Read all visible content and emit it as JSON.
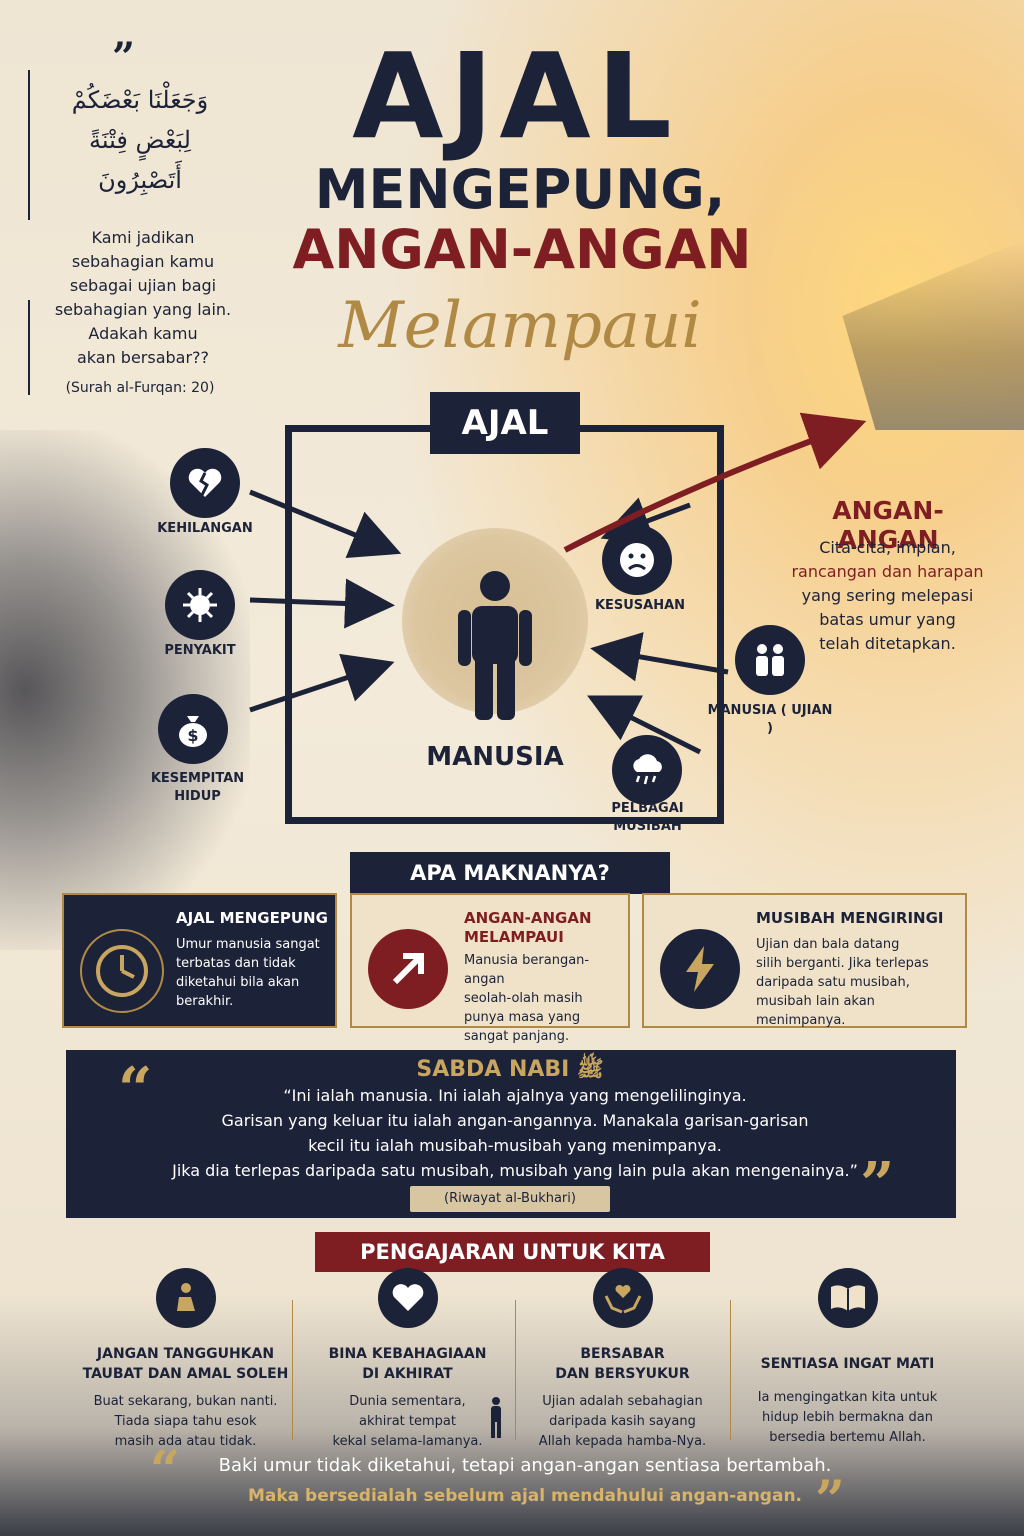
{
  "quran": {
    "arabic": [
      "وَجَعَلْنَا بَعْضَكُمْ",
      "لِبَعْضٍ فِتْنَةً",
      "أَتَصْبِرُونَ"
    ],
    "translation": [
      "Kami jadikan",
      "sebahagian kamu",
      "sebagai ujian bagi",
      "sebahagian yang lain.",
      "Adakah kamu",
      "akan bersabar??"
    ],
    "source": "(Surah al-Furqan: 20)"
  },
  "title": {
    "line1": "AJAL",
    "line2": "MENGEPUNG,",
    "line3": "ANGAN-ANGAN",
    "line4": "Melampaui"
  },
  "diagram": {
    "frame_label": "AJAL",
    "center": "MANUSIA",
    "left_items": [
      {
        "label": "KEHILANGAN",
        "icon": "broken-heart-icon"
      },
      {
        "label": "PENYAKIT",
        "icon": "virus-icon"
      },
      {
        "label": "KESEMPITAN HIDUP",
        "icon": "money-bag-icon"
      }
    ],
    "right_items": [
      {
        "label": "KESUSAHAN",
        "icon": "sad-face-icon"
      },
      {
        "label": "MANUSIA ( UJIAN )",
        "icon": "people-icon"
      },
      {
        "label": "PELBAGAI MUSIBAH",
        "icon": "storm-cloud-icon"
      }
    ],
    "angan": {
      "heading": "ANGAN-ANGAN",
      "desc_lines": [
        "Cita-cita, impian,",
        "rancangan dan harapan",
        "yang sering melepasi",
        "batas umur yang",
        "telah ditetapkan."
      ]
    }
  },
  "makna": {
    "banner": "APA MAKNANYA?",
    "cards": [
      {
        "title": [
          "AJAL MENGEPUNG"
        ],
        "desc": [
          "Umur manusia sangat",
          "terbatas dan tidak",
          "diketahui bila akan",
          "berakhir."
        ],
        "icon": "clock-icon"
      },
      {
        "title": [
          "ANGAN-ANGAN",
          "MELAMPAUI"
        ],
        "desc": [
          "Manusia berangan-angan",
          "seolah-olah masih",
          "punya masa yang",
          "sangat panjang."
        ],
        "icon": "arrow-up-right-icon"
      },
      {
        "title": [
          "MUSIBAH MENGIRINGI"
        ],
        "desc": [
          "Ujian dan bala datang",
          "silih berganti. Jika terlepas",
          "daripada satu musibah,",
          "musibah lain akan",
          "menimpanya."
        ],
        "icon": "lightning-icon"
      }
    ]
  },
  "sabda": {
    "title": "SABDA NABI ﷺ",
    "lines": [
      "“Ini ialah manusia. Ini ialah ajalnya yang mengelilinginya.",
      "Garisan yang keluar itu ialah angan-angannya. Manakala garisan-garisan",
      "kecil itu ialah musibah-musibah yang menimpanya.",
      "Jika dia terlepas daripada satu musibah, musibah yang lain pula akan mengenainya.”"
    ],
    "source": "(Riwayat al-Bukhari)"
  },
  "pengajaran": {
    "banner": "PENGAJARAN UNTUK KITA",
    "items": [
      {
        "title": [
          "JANGAN TANGGUHKAN",
          "TAUBAT DAN AMAL SOLEH"
        ],
        "desc": [
          "Buat sekarang, bukan nanti.",
          "Tiada siapa tahu esok",
          "masih ada atau tidak."
        ],
        "icon": "praying-person-icon"
      },
      {
        "title": [
          "BINA KEBAHAGIAAN",
          "DI AKHIRAT"
        ],
        "desc": [
          "Dunia sementara,",
          "akhirat tempat",
          "kekal selama-lamanya."
        ],
        "icon": "heart-icon"
      },
      {
        "title": [
          "BERSABAR",
          "DAN BERSYUKUR"
        ],
        "desc": [
          "Ujian adalah sebahagian",
          "daripada kasih sayang",
          "Allah kepada hamba-Nya."
        ],
        "icon": "hands-heart-icon"
      },
      {
        "title": [
          "SENTIASA INGAT MATI"
        ],
        "desc": [
          "Ia mengingatkan kita untuk",
          "hidup lebih bermakna dan",
          "bersedia bertemu Allah."
        ],
        "icon": "open-book-icon"
      }
    ]
  },
  "footer": {
    "line1": "Baki umur tidak diketahui, tetapi angan-angan sentiasa bertambah.",
    "line2": "Maka bersedialah sebelum ajal mendahului angan-angan."
  },
  "colors": {
    "navy": "#1c2238",
    "maroon": "#7e1d22",
    "gold": "#b08a45"
  }
}
